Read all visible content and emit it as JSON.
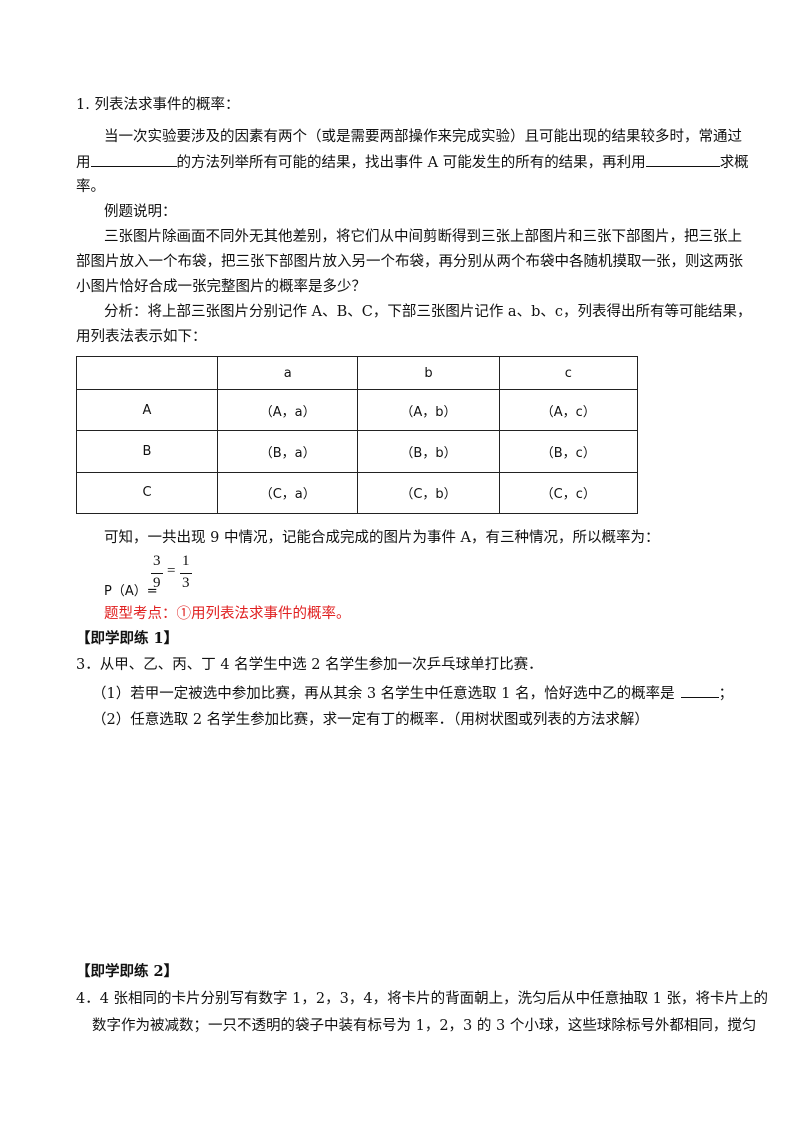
{
  "section1": {
    "heading": "1. 列表法求事件的概率：",
    "p1_a": "当一次实验要涉及的因素有两个（或是需要两部操作来完成实验）且可能出现的结果较多时，常通过",
    "p1_b_pre": "用",
    "p1_b_mid": "的方法列举所有可能的结果，找出事件 A 可能发生的所有的结果，再利用",
    "p1_b_post": "求概",
    "p1_c": "率。",
    "example_label": "例题说明：",
    "example_1": "三张图片除画面不同外无其他差别，将它们从中间剪断得到三张上部图片和三张下部图片，把三张上",
    "example_2": "部图片放入一个布袋，把三张下部图片放入另一个布袋，再分别从两个布袋中各随机摸取一张，则这两张",
    "example_3": "小图片恰好合成一张完整图片的概率是多少？",
    "analysis_1": "分析：将上部三张图片分别记作 A、B、C，下部三张图片记作 a、b、c，列表得出所有等可能结果，",
    "analysis_2": "用列表法表示如下："
  },
  "table": {
    "col_headers": [
      "a",
      "b",
      "c"
    ],
    "rows": [
      {
        "label": "A",
        "cells": [
          "（A，a）",
          "（A，b）",
          "（A，c）"
        ]
      },
      {
        "label": "B",
        "cells": [
          "（B，a）",
          "（B，b）",
          "（B，c）"
        ]
      },
      {
        "label": "C",
        "cells": [
          "（C，a）",
          "（C，b）",
          "（C，c）"
        ]
      }
    ]
  },
  "conclusion": "可知，一共出现 9 中情况，记能合成完成的图片为事件 A，有三种情况，所以概率为：",
  "formula": {
    "lhs": "P（A）=",
    "num1": "3",
    "den1": "9",
    "eq": "=",
    "num2": "1",
    "den2": "3"
  },
  "key_point": "题型考点：①用列表法求事件的概率。",
  "practice1": {
    "title": "【即学即练 1】",
    "q": "3．从甲、乙、丙、丁 4 名学生中选 2 名学生参加一次乒乓球单打比赛．",
    "q1_pre": "（1）若甲一定被选中参加比赛，再从其余 3 名学生中任意选取 1 名，恰好选中乙的概率是",
    "q1_post": "；",
    "q2": "（2）任意选取 2 名学生参加比赛，求一定有丁的概率．（用树状图或列表的方法求解）"
  },
  "practice2": {
    "title": "【即学即练 2】",
    "q_1": "4．4 张相同的卡片分别写有数字 1，2，3，4，将卡片的背面朝上，洗匀后从中任意抽取 1 张，将卡片上的",
    "q_2": "数字作为被减数；一只不透明的袋子中装有标号为 1，2，3 的 3 个小球，这些球除标号外都相同，搅匀"
  },
  "colors": {
    "text": "#111111",
    "accent_red": "#e02020"
  }
}
